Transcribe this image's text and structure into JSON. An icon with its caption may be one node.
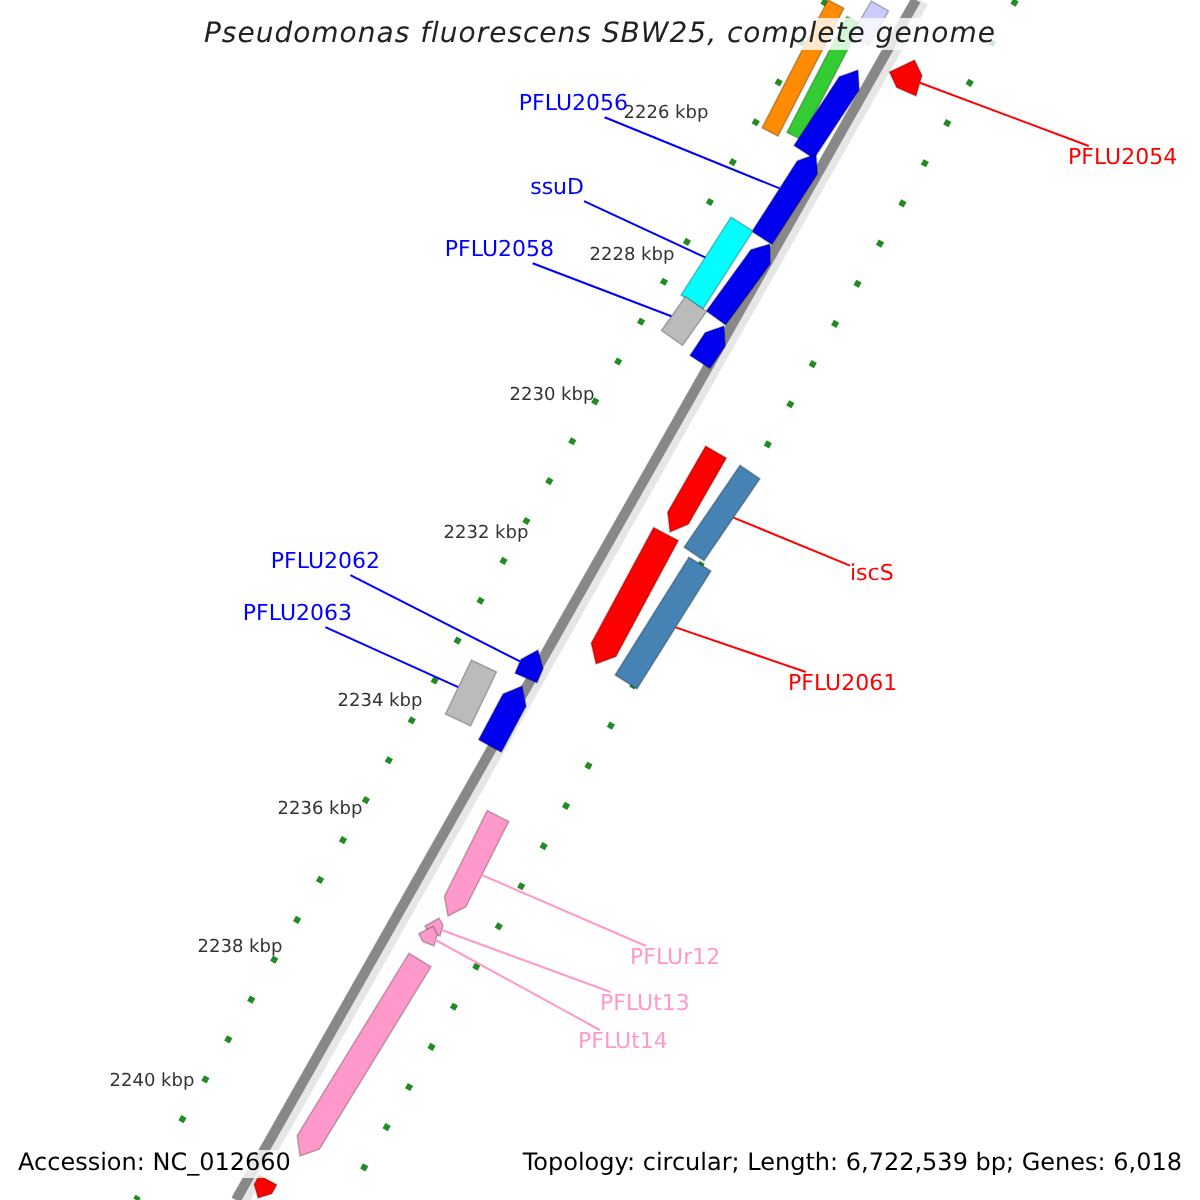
{
  "diagram": {
    "title": "Pseudomonas fluorescens SBW25, complete genome",
    "nodes": [
      {
        "text": [
          "PFLU2054"
        ]
      },
      {
        "text": [
          "PFLU2056"
        ]
      },
      {
        "text": [
          "ssuD"
        ]
      },
      {
        "text": [
          "PFLU2058"
        ]
      },
      {
        "text": [
          "PFLU2062"
        ]
      },
      {
        "text": [
          "iscS"
        ]
      },
      {
        "text": [
          "PFLU2063"
        ]
      },
      {
        "text": [
          "PFLU2061"
        ]
      },
      {
        "text": [
          "PFLUr12"
        ]
      },
      {
        "text": [
          "PFLUt13"
        ]
      },
      {
        "text": [
          "PFLUt14"
        ]
      },
      {
        "text": [],
        "shape": "box"
      },
      {
        "text": [],
        "shape": "box"
      },
      {
        "text": [],
        "shape": "box"
      },
      {
        "text": [],
        "shape": "pentagon"
      },
      {
        "text": [],
        "shape": "pentagon"
      },
      {
        "text": [],
        "shape": "pentagon"
      },
      {
        "text": [],
        "shape": "box"
      },
      {
        "text": [],
        "shape": "pentagon"
      },
      {
        "text": [],
        "shape": "box"
      },
      {
        "text": [],
        "shape": "pentagon"
      },
      {
        "text": [],
        "shape": "pentagon"
      },
      {
        "text": [],
        "shape": "box"
      },
      {
        "text": [],
        "shape": "pentagon"
      },
      {
        "text": [],
        "shape": "box"
      },
      {
        "text": [],
        "shape": "pentagon"
      },
      {
        "text": [],
        "shape": "box"
      },
      {
        "text": [],
        "shape": "pentagon"
      },
      {
        "text": [],
        "shape": "pentagon"
      },
      {
        "text": [],
        "shape": "pentagon"
      },
      {
        "text": [],
        "shape": "pentagon"
      },
      {
        "text": [],
        "shape": "pentagon"
      },
      {
        "text": [],
        "shape": "pentagon"
      }
    ],
    "edges": [
      {
        "from": 0,
        "to": 14,
        "arrow": "none",
        "color": "#ff0000"
      },
      {
        "from": 1,
        "to": 16,
        "arrow": "none"
      },
      {
        "from": 2,
        "to": 17,
        "arrow": "none"
      },
      {
        "from": 3,
        "to": 19,
        "arrow": "none"
      },
      {
        "from": 4,
        "to": 25,
        "arrow": "none"
      },
      {
        "from": 5,
        "to": 22,
        "arrow": "none",
        "color": "#ff0000"
      },
      {
        "from": 6,
        "to": 26,
        "arrow": "none"
      },
      {
        "from": 7,
        "to": 24,
        "arrow": "none",
        "color": "#ff0000"
      },
      {
        "from": 8,
        "to": 28,
        "arrow": "none",
        "color": "#ff99cc"
      },
      {
        "from": 9,
        "to": 29,
        "arrow": "none",
        "color": "#ff99cc"
      },
      {
        "from": 10,
        "to": 30,
        "arrow": "none",
        "color": "#ff99cc"
      }
    ],
    "labels": [
      "2226 kbp",
      "2228 kbp",
      "2230 kbp",
      "2232 kbp",
      "2234 kbp",
      "2236 kbp",
      "2238 kbp",
      "2240 kbp",
      "Accession: NC_012660",
      "Topology: circular; Length: 6,722,539 bp; Genes: 6,018"
    ]
  }
}
